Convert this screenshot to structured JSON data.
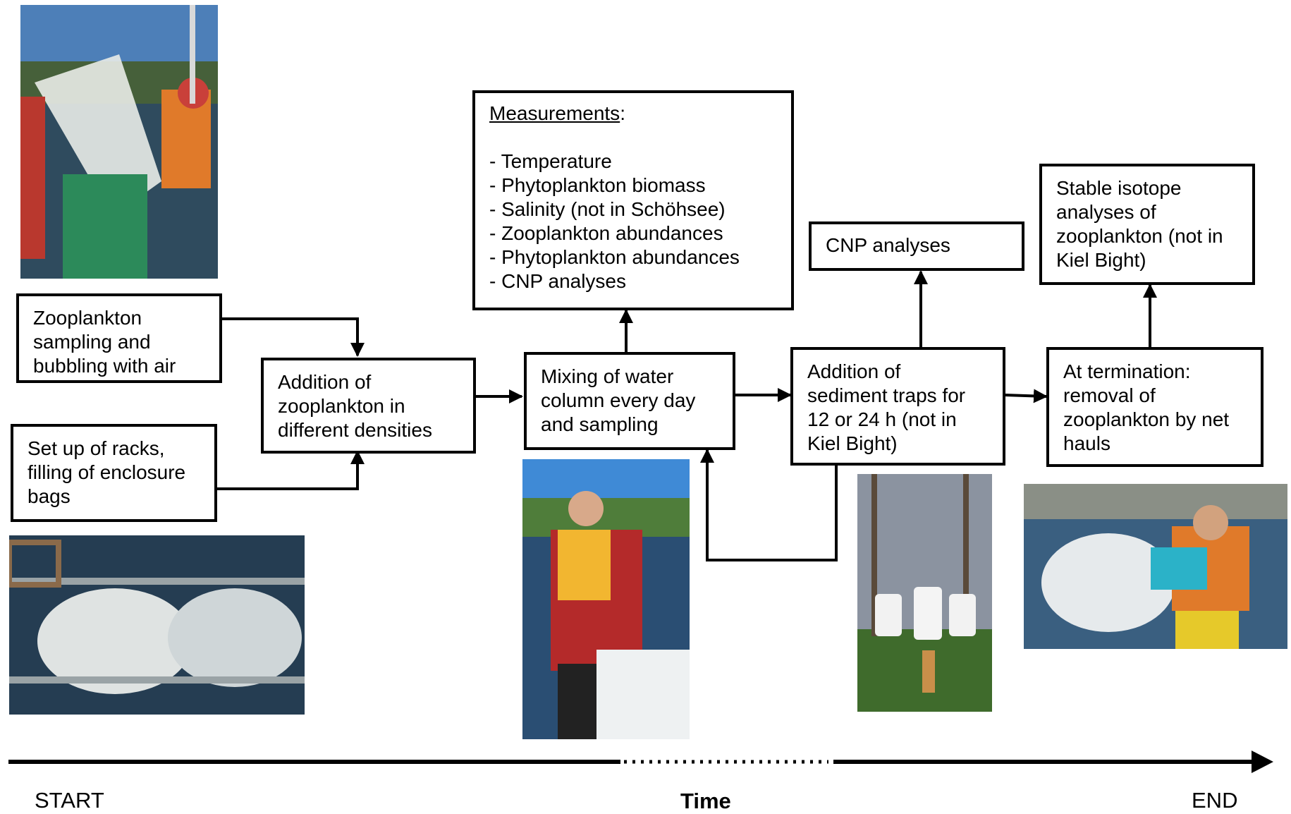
{
  "boxes": {
    "zooplankton_sampling": [
      "Zooplankton",
      "sampling and",
      "bubbling with air"
    ],
    "set_up_racks": [
      "Set up of racks,",
      "filling of enclosure",
      "bags"
    ],
    "addition_zooplankton": [
      "Addition of",
      "zooplankton in",
      "different densities"
    ],
    "mixing": [
      "Mixing of water",
      "column every day",
      "and sampling"
    ],
    "measurements": {
      "heading": "Measurements",
      "heading_suffix": ":",
      "items": [
        "- Temperature",
        "- Phytoplankton biomass",
        "- Salinity (not in Schöhsee)",
        "- Zooplankton abundances",
        "- Phytoplankton abundances",
        "- CNP analyses"
      ]
    },
    "sediment_traps": [
      "Addition of",
      "sediment traps for",
      "12 or 24 h (not in",
      "Kiel Bight)"
    ],
    "cnp_analyses": [
      "CNP analyses"
    ],
    "termination": [
      "At termination:",
      "removal of",
      "zooplankton by net",
      "hauls"
    ],
    "stable_isotope": [
      "Stable isotope",
      "analyses of",
      "zooplankton (not in",
      "Kiel Bight)"
    ]
  },
  "timeline": {
    "start": "START",
    "time": "Time",
    "end": "END"
  },
  "colors": {
    "stroke": "#000000",
    "lake_blue": "#2c4f6b",
    "sky": "#6f9fd0",
    "vest_orange": "#e07a2a",
    "forest_green": "#4f7d3a"
  }
}
